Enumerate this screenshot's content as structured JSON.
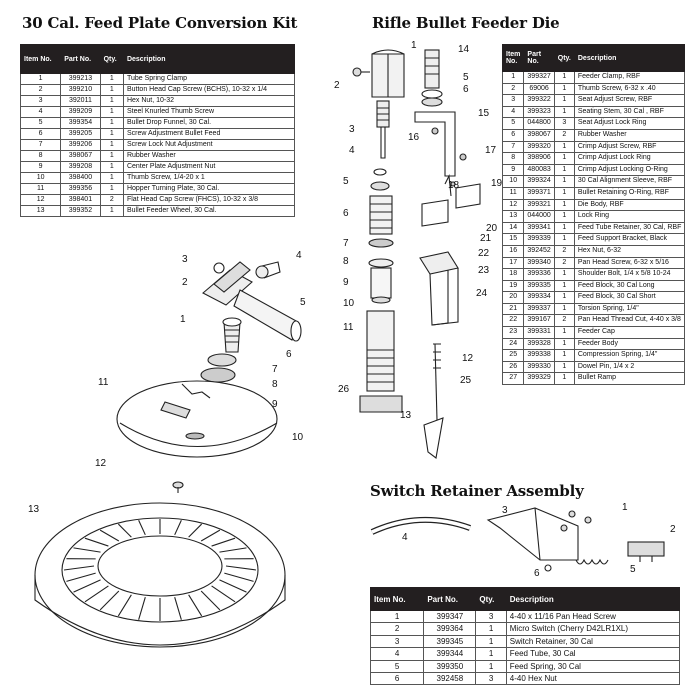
{
  "sections": {
    "feed_plate": {
      "title": "30 Cal. Feed Plate Conversion Kit",
      "columns": [
        "Item No.",
        "Part No.",
        "Qty.",
        "Description"
      ],
      "rows": [
        [
          "1",
          "399213",
          "1",
          "Tube Spring Clamp"
        ],
        [
          "2",
          "399210",
          "1",
          "Button Head Cap Screw (BCHS), 10-32 x 1/4"
        ],
        [
          "3",
          "392011",
          "1",
          "Hex Nut, 10-32"
        ],
        [
          "4",
          "399209",
          "1",
          "Steel Knurled Thumb Screw"
        ],
        [
          "5",
          "399354",
          "1",
          "Bullet Drop Funnel, 30 Cal."
        ],
        [
          "6",
          "399205",
          "1",
          "Screw Adjustment Bullet Feed"
        ],
        [
          "7",
          "399206",
          "1",
          "Screw Lock Nut Adjustment"
        ],
        [
          "8",
          "398067",
          "1",
          "Rubber Washer"
        ],
        [
          "9",
          "399208",
          "1",
          "Center Plate Adjustment Nut"
        ],
        [
          "10",
          "398400",
          "1",
          "Thumb Screw, 1/4-20 x 1"
        ],
        [
          "11",
          "399356",
          "1",
          "Hopper Turning Plate, 30 Cal."
        ],
        [
          "12",
          "398401",
          "2",
          "Flat Head Cap Screw (FHCS), 10-32 x 3/8"
        ],
        [
          "13",
          "399352",
          "1",
          "Bullet Feeder Wheel, 30 Cal."
        ]
      ]
    },
    "rifle_die": {
      "title": "Rifle Bullet Feeder Die",
      "columns": [
        "Item No.",
        "Part No.",
        "Qty.",
        "Description"
      ],
      "rows": [
        [
          "1",
          "399327",
          "1",
          "Feeder Clamp, RBF"
        ],
        [
          "2",
          "69006",
          "1",
          "Thumb Screw, 6-32 x .40"
        ],
        [
          "3",
          "399322",
          "1",
          "Seat Adjust Screw, RBF"
        ],
        [
          "4",
          "399323",
          "1",
          "Seating Stem, 30 Cal , RBF"
        ],
        [
          "5",
          "044800",
          "3",
          "Seat Adjust Lock Ring"
        ],
        [
          "6",
          "398067",
          "2",
          "Rubber Washer"
        ],
        [
          "7",
          "399320",
          "1",
          "Crimp Adjust Screw, RBF"
        ],
        [
          "8",
          "398906",
          "1",
          "Crimp Adjust Lock Ring"
        ],
        [
          "9",
          "480083",
          "1",
          "Crimp Adjust Locking O-Ring"
        ],
        [
          "10",
          "399324",
          "1",
          "30 Cal Alignment Sleeve, RBF"
        ],
        [
          "11",
          "399371",
          "1",
          "Bullet Retaining O-Ring, RBF"
        ],
        [
          "12",
          "399321",
          "1",
          "Die Body, RBF"
        ],
        [
          "13",
          "044000",
          "1",
          "Lock Ring"
        ],
        [
          "14",
          "399341",
          "1",
          "Feed Tube Retainer, 30 Cal, RBF"
        ],
        [
          "15",
          "399339",
          "1",
          "Feed Support Bracket, Black"
        ],
        [
          "16",
          "392452",
          "2",
          "Hex Nut, 6-32"
        ],
        [
          "17",
          "399340",
          "2",
          "Pan Head Screw, 6-32 x 5/16"
        ],
        [
          "18",
          "399336",
          "1",
          "Shoulder Bolt, 1/4 x 5/8 10-24"
        ],
        [
          "19",
          "399335",
          "1",
          "Feed Block, 30 Cal Long"
        ],
        [
          "20",
          "399334",
          "1",
          "Feed Block, 30 Cal Short"
        ],
        [
          "21",
          "399337",
          "1",
          "Torsion Spring, 1/4\""
        ],
        [
          "22",
          "399167",
          "2",
          "Pan Head Thread Cut, 4-40 x 3/8"
        ],
        [
          "23",
          "399331",
          "1",
          "Feeder Cap"
        ],
        [
          "24",
          "399328",
          "1",
          "Feeder Body"
        ],
        [
          "25",
          "399338",
          "1",
          "Compression Spring, 1/4\""
        ],
        [
          "26",
          "399330",
          "1",
          "Dowel Pin, 1/4 x 2"
        ],
        [
          "27",
          "399329",
          "1",
          "Bullet Ramp"
        ]
      ]
    },
    "switch_retainer": {
      "title": "Switch Retainer Assembly",
      "columns": [
        "Item No.",
        "Part No.",
        "Qty.",
        "Description"
      ],
      "rows": [
        [
          "1",
          "399347",
          "3",
          "4-40 x 11/16 Pan Head Screw"
        ],
        [
          "2",
          "399364",
          "1",
          "Micro Switch (Cherry D42LR1XL)"
        ],
        [
          "3",
          "399345",
          "1",
          "Switch Retainer, 30 Cal"
        ],
        [
          "4",
          "399344",
          "1",
          "Feed Tube, 30 Cal"
        ],
        [
          "5",
          "399350",
          "1",
          "Feed Spring, 30 Cal"
        ],
        [
          "6",
          "392458",
          "3",
          "4-40 Hex Nut"
        ]
      ]
    }
  },
  "callouts": {
    "feed_plate": [
      "3",
      "4",
      "2",
      "5",
      "1",
      "6",
      "7",
      "8",
      "9",
      "10",
      "11",
      "12",
      "13"
    ],
    "rifle_die": [
      "1",
      "14",
      "2",
      "5",
      "6",
      "15",
      "3",
      "16",
      "17",
      "4",
      "5",
      "6",
      "7",
      "18",
      "19",
      "20",
      "8",
      "21",
      "9",
      "22",
      "23",
      "10",
      "24",
      "11",
      "12",
      "25",
      "26",
      "13",
      "27"
    ],
    "switch": [
      "1",
      "2",
      "3",
      "4",
      "5",
      "6"
    ]
  }
}
